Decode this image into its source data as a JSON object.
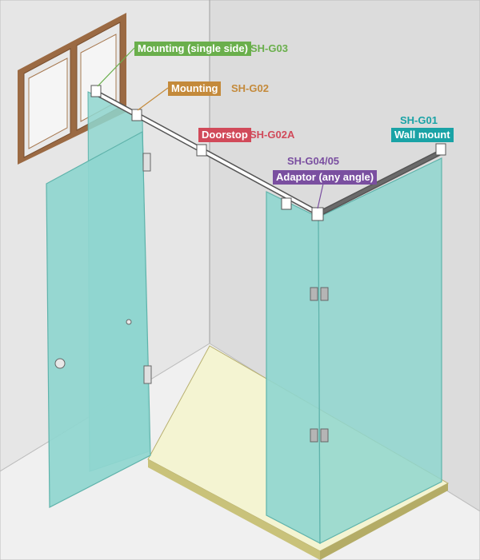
{
  "labels": {
    "g03": {
      "name": "Mounting (single side)",
      "code": "SH-G03",
      "color": "#6aaf4c"
    },
    "g02": {
      "name": "Mounting",
      "code": "SH-G02",
      "color": "#c48a3b"
    },
    "g02a": {
      "name": "Doorstop",
      "code": "SH-G02A",
      "color": "#d14a5a"
    },
    "g0405": {
      "name": "Adaptor (any angle)",
      "code": "SH-G04/05",
      "color": "#7a4fa0"
    },
    "g01": {
      "name": "Wall mount",
      "code": "SH-G01",
      "color": "#1aa3a6"
    }
  },
  "colors": {
    "wall": "#e8e8e8",
    "wall_dark": "#d9d9d9",
    "floor": "#f1f1f1",
    "tray": "#f4f4d2",
    "tray_edge": "#c9c27a",
    "glass": "#8fd6cf",
    "glass_edge": "#5fb3ab",
    "window_frame": "#9b6a43",
    "bar": "#ffffff",
    "bar_dark": "#6a6a6a"
  }
}
